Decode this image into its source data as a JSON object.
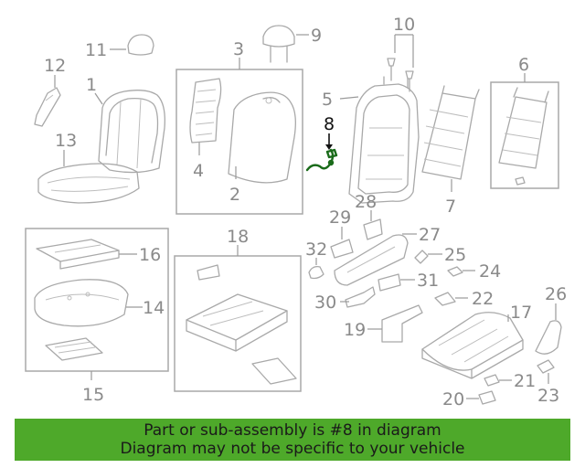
{
  "callouts": [
    "1",
    "2",
    "3",
    "4",
    "5",
    "6",
    "7",
    "8",
    "9",
    "10",
    "11",
    "12",
    "13",
    "14",
    "15",
    "16",
    "17",
    "18",
    "19",
    "20",
    "21",
    "22",
    "23",
    "24",
    "25",
    "26",
    "27",
    "28",
    "29",
    "30",
    "31",
    "32"
  ],
  "highlighted_callout": "8",
  "colors": {
    "banner": "#4ea92a",
    "highlight": "#1a6b1a",
    "lineart": "#a9a9a9"
  },
  "banner": {
    "line1": "Part or sub-assembly is #8 in diagram",
    "line2": "Diagram may not be specific to your vehicle"
  }
}
